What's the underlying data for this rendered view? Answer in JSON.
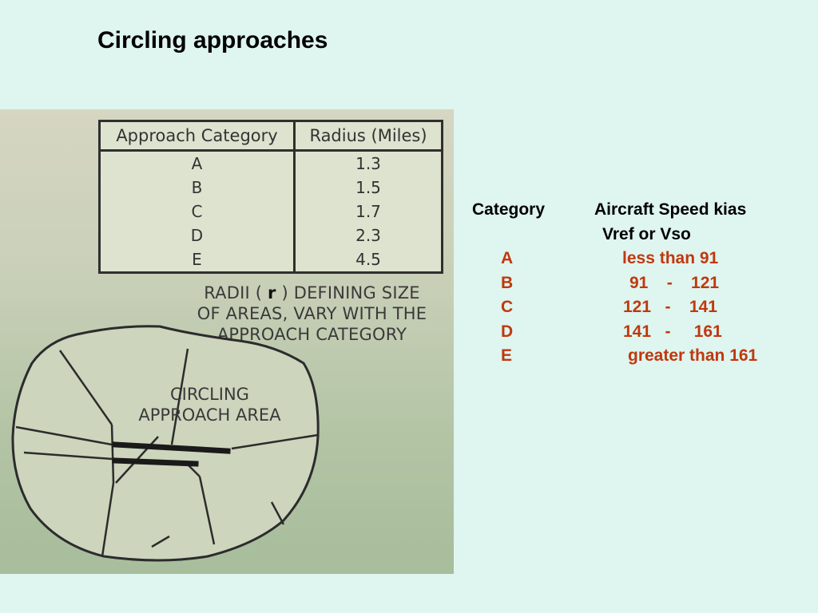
{
  "slide": {
    "title": "Circling approaches"
  },
  "radius_table": {
    "headers": [
      "Approach Category",
      "Radius (Miles)"
    ],
    "rows": [
      [
        "A",
        "1.3"
      ],
      [
        "B",
        "1.5"
      ],
      [
        "C",
        "1.7"
      ],
      [
        "D",
        "2.3"
      ],
      [
        "E",
        "4.5"
      ]
    ]
  },
  "caption": {
    "before_r": "RADII ( ",
    "r": "r",
    "after_r": " ) DEFINING SIZE",
    "line2": "OF AREAS, VARY WITH THE",
    "line3": "APPROACH CATEGORY"
  },
  "area_label": {
    "line1": "CIRCLING",
    "line2": "APPROACH AREA"
  },
  "speed_table": {
    "header_category": "Category",
    "header_speed": "Aircraft Speed kias",
    "header_speed_sub": "Vref or Vso",
    "rows": [
      {
        "category": "A",
        "speed": "less than 91"
      },
      {
        "category": "B",
        "speed": "91    -    121"
      },
      {
        "category": "C",
        "speed": "121   -    141"
      },
      {
        "category": "D",
        "speed": "141   -     161"
      },
      {
        "category": "E",
        "speed": "greater than 161"
      }
    ]
  },
  "colors": {
    "background": "#dff5ef",
    "accent_red": "#c0380e"
  }
}
